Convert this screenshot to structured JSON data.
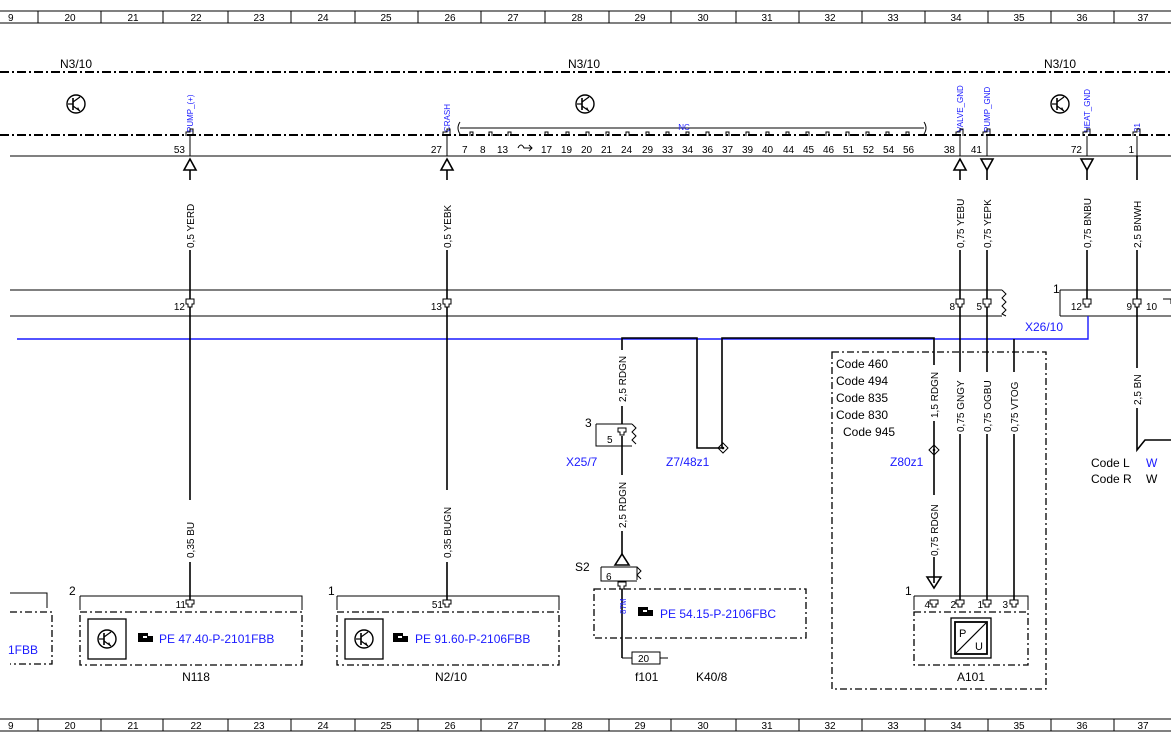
{
  "ruler": {
    "cells": [
      "9",
      "20",
      "21",
      "22",
      "23",
      "24",
      "25",
      "26",
      "27",
      "28",
      "29",
      "30",
      "31",
      "32",
      "33",
      "34",
      "35",
      "36",
      "37"
    ]
  },
  "modules": {
    "left": "N3/10",
    "center": "N3/10",
    "right": "N3/10"
  },
  "pins": [
    {
      "num": "53",
      "label": "PUMP_(+)",
      "wire": "0,5 YERD",
      "arrow": "up"
    },
    {
      "num": "27",
      "label": "CRASH",
      "wire": "0,5 YEBK",
      "arrow": "up"
    },
    {
      "num": "38",
      "label": "VALVE_GND",
      "wire": "0,75 YEBU",
      "arrow": "up"
    },
    {
      "num": "41",
      "label": "PUMP_GND",
      "wire": "0,75 YEPK",
      "arrow": "down"
    },
    {
      "num": "72",
      "label": "HEAT_GND",
      "wire": "0,75 BNBU",
      "arrow": "down"
    },
    {
      "num": "1",
      "label": "31",
      "wire": "2,5 BNWH"
    }
  ],
  "nc_label": "NC",
  "nc_pins": [
    "7",
    "8",
    "13",
    "17",
    "19",
    "20",
    "21",
    "24",
    "29",
    "33",
    "34",
    "36",
    "37",
    "39",
    "40",
    "44",
    "45",
    "46",
    "51",
    "52",
    "54",
    "56"
  ],
  "connector_bar": {
    "pins": [
      "12",
      "13",
      "8",
      "5",
      "12",
      "9",
      "10"
    ],
    "left_index": "1",
    "name": "X26/10"
  },
  "lower_wires": {
    "n118": "0,35 BU",
    "n2_10": "0,35 BUGN",
    "rdgn_top": "2,5 RDGN",
    "rdgn_mid": "2,5 RDGN",
    "rdgn_z80_top": "1,5 RDGN",
    "rdgn_z80_bot": "0,75 RDGN",
    "gngy": "0,75 GNGY",
    "ogbu": "0,75 OGBU",
    "vtog": "0,75 VTOG",
    "bn": "2,5 BN"
  },
  "splices": {
    "z7": "Z7/48z1",
    "z80": "Z80z1"
  },
  "x25": {
    "name": "X25/7",
    "index": "3",
    "pin": "5"
  },
  "s2": {
    "name": "S2",
    "pin": "6",
    "wire": "87M"
  },
  "codes": [
    "Code 460",
    "Code 494",
    "Code 835",
    "Code 830",
    "Code 945"
  ],
  "right_codes": [
    {
      "code": "Code L",
      "ref": "W"
    },
    {
      "code": "Code R",
      "ref": "W"
    }
  ],
  "components": [
    {
      "name": "N118",
      "index": "2",
      "pin": "11",
      "ref": "PE 47.40-P-2101FBB"
    },
    {
      "name": "N2/10",
      "index": "1",
      "pin": "51",
      "ref": "PE 91.60-P-2106FBB"
    },
    {
      "name": "K40/8",
      "ref": "PE 54.15-P-2106FBC"
    },
    {
      "name": "A101",
      "index": "1",
      "pins": [
        "4",
        "2",
        "1",
        "3"
      ]
    }
  ],
  "left_partial": "1FBB",
  "fuse": {
    "name": "f101",
    "pin": "20"
  },
  "icons": [
    "transistor-icon",
    "pointing-hand-icon",
    "pressure-sensor-icon"
  ],
  "colors": {
    "reference_blue": "#1a1aff",
    "line": "#000000"
  }
}
